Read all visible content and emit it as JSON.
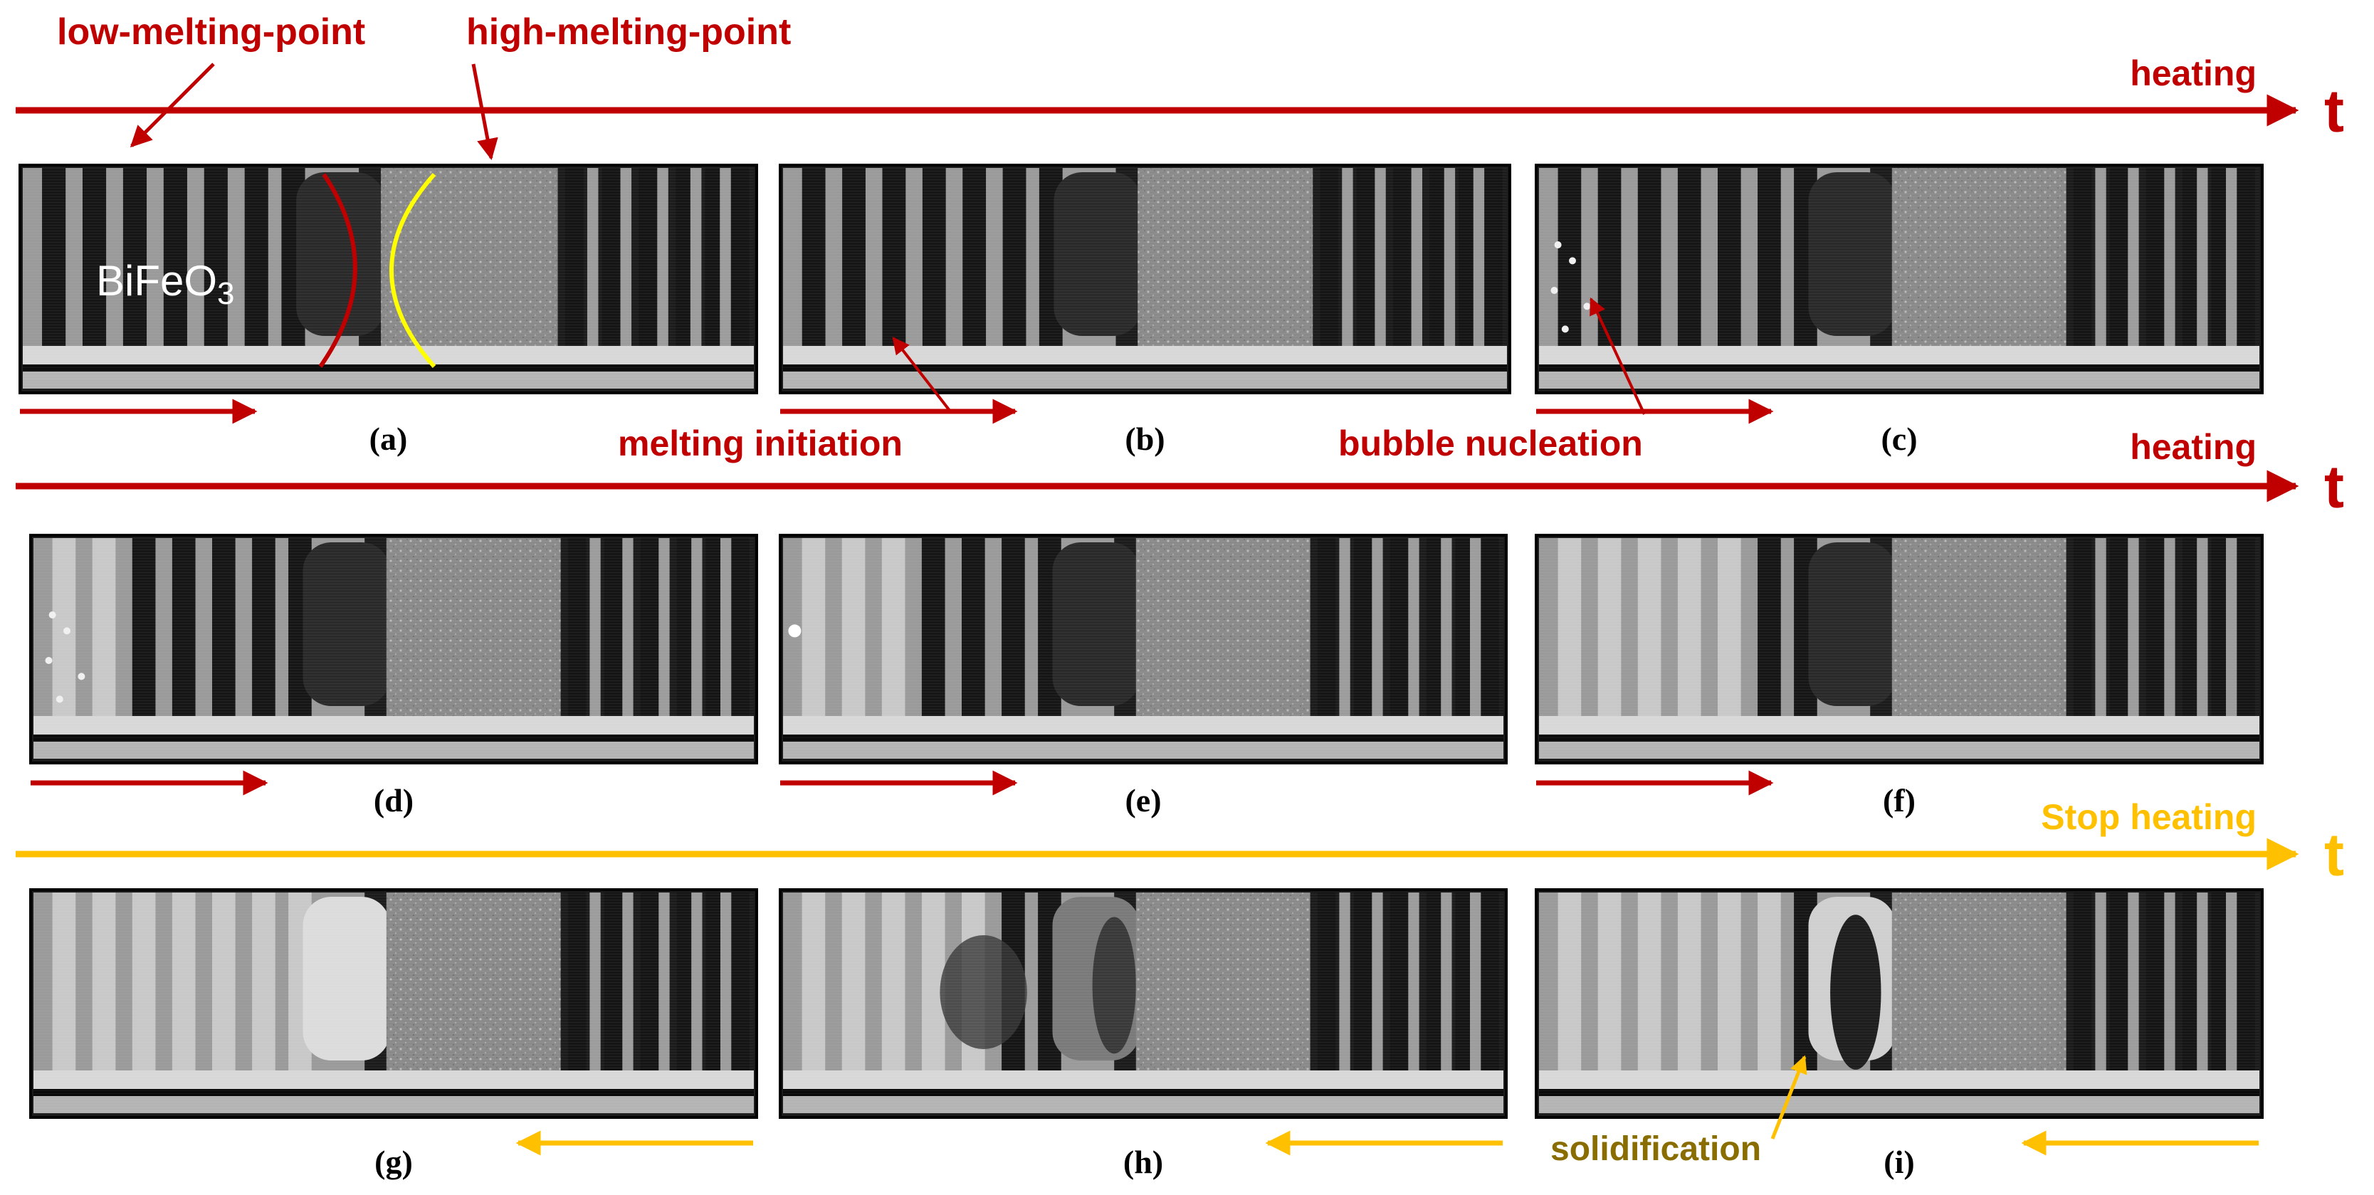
{
  "colors": {
    "heating": "#c00000",
    "stop": "#ffc000",
    "solid_label": "#8a6d00",
    "melt_line_low": "#c00000",
    "melt_line_high": "#ffff00"
  },
  "labels": {
    "low_melting_point": "low-melting-point",
    "high_melting_point": "high-melting-point",
    "material": "BiFeO",
    "material_sub": "3",
    "melting_initiation": "melting initiation",
    "bubble_nucleation": "bubble nucleation",
    "solidification": "solidification",
    "time_axis": "t"
  },
  "rows": [
    {
      "phase": "heating",
      "phase_label": "heating"
    },
    {
      "phase": "heating",
      "phase_label": "heating"
    },
    {
      "phase": "stop",
      "phase_label": "Stop heating"
    }
  ],
  "panels": [
    {
      "id": "a",
      "label": "(a)",
      "light_stripes": 0,
      "dark_zone": "normal",
      "direction": "right",
      "bubbles": "none"
    },
    {
      "id": "b",
      "label": "(b)",
      "light_stripes": 0,
      "dark_zone": "normal",
      "direction": "right",
      "bubbles": "none"
    },
    {
      "id": "c",
      "label": "(c)",
      "light_stripes": 0,
      "dark_zone": "normal",
      "direction": "right",
      "bubbles": "left"
    },
    {
      "id": "d",
      "label": "(d)",
      "light_stripes": 2,
      "dark_zone": "normal",
      "direction": "right",
      "bubbles": "left"
    },
    {
      "id": "e",
      "label": "(e)",
      "light_stripes": 3,
      "dark_zone": "normal",
      "direction": "right",
      "bubbles": "single"
    },
    {
      "id": "f",
      "label": "(f)",
      "light_stripes": 5,
      "dark_zone": "normal",
      "direction": "right",
      "bubbles": "none"
    },
    {
      "id": "g",
      "label": "(g)",
      "light_stripes": 7,
      "dark_zone": "bright",
      "direction": "left",
      "bubbles": "none"
    },
    {
      "id": "h",
      "label": "(h)",
      "light_stripes": 5,
      "dark_zone": "mottled",
      "direction": "left",
      "bubbles": "none"
    },
    {
      "id": "i",
      "label": "(i)",
      "light_stripes": 6,
      "dark_zone": "solidifying",
      "direction": "left",
      "bubbles": "none"
    }
  ]
}
